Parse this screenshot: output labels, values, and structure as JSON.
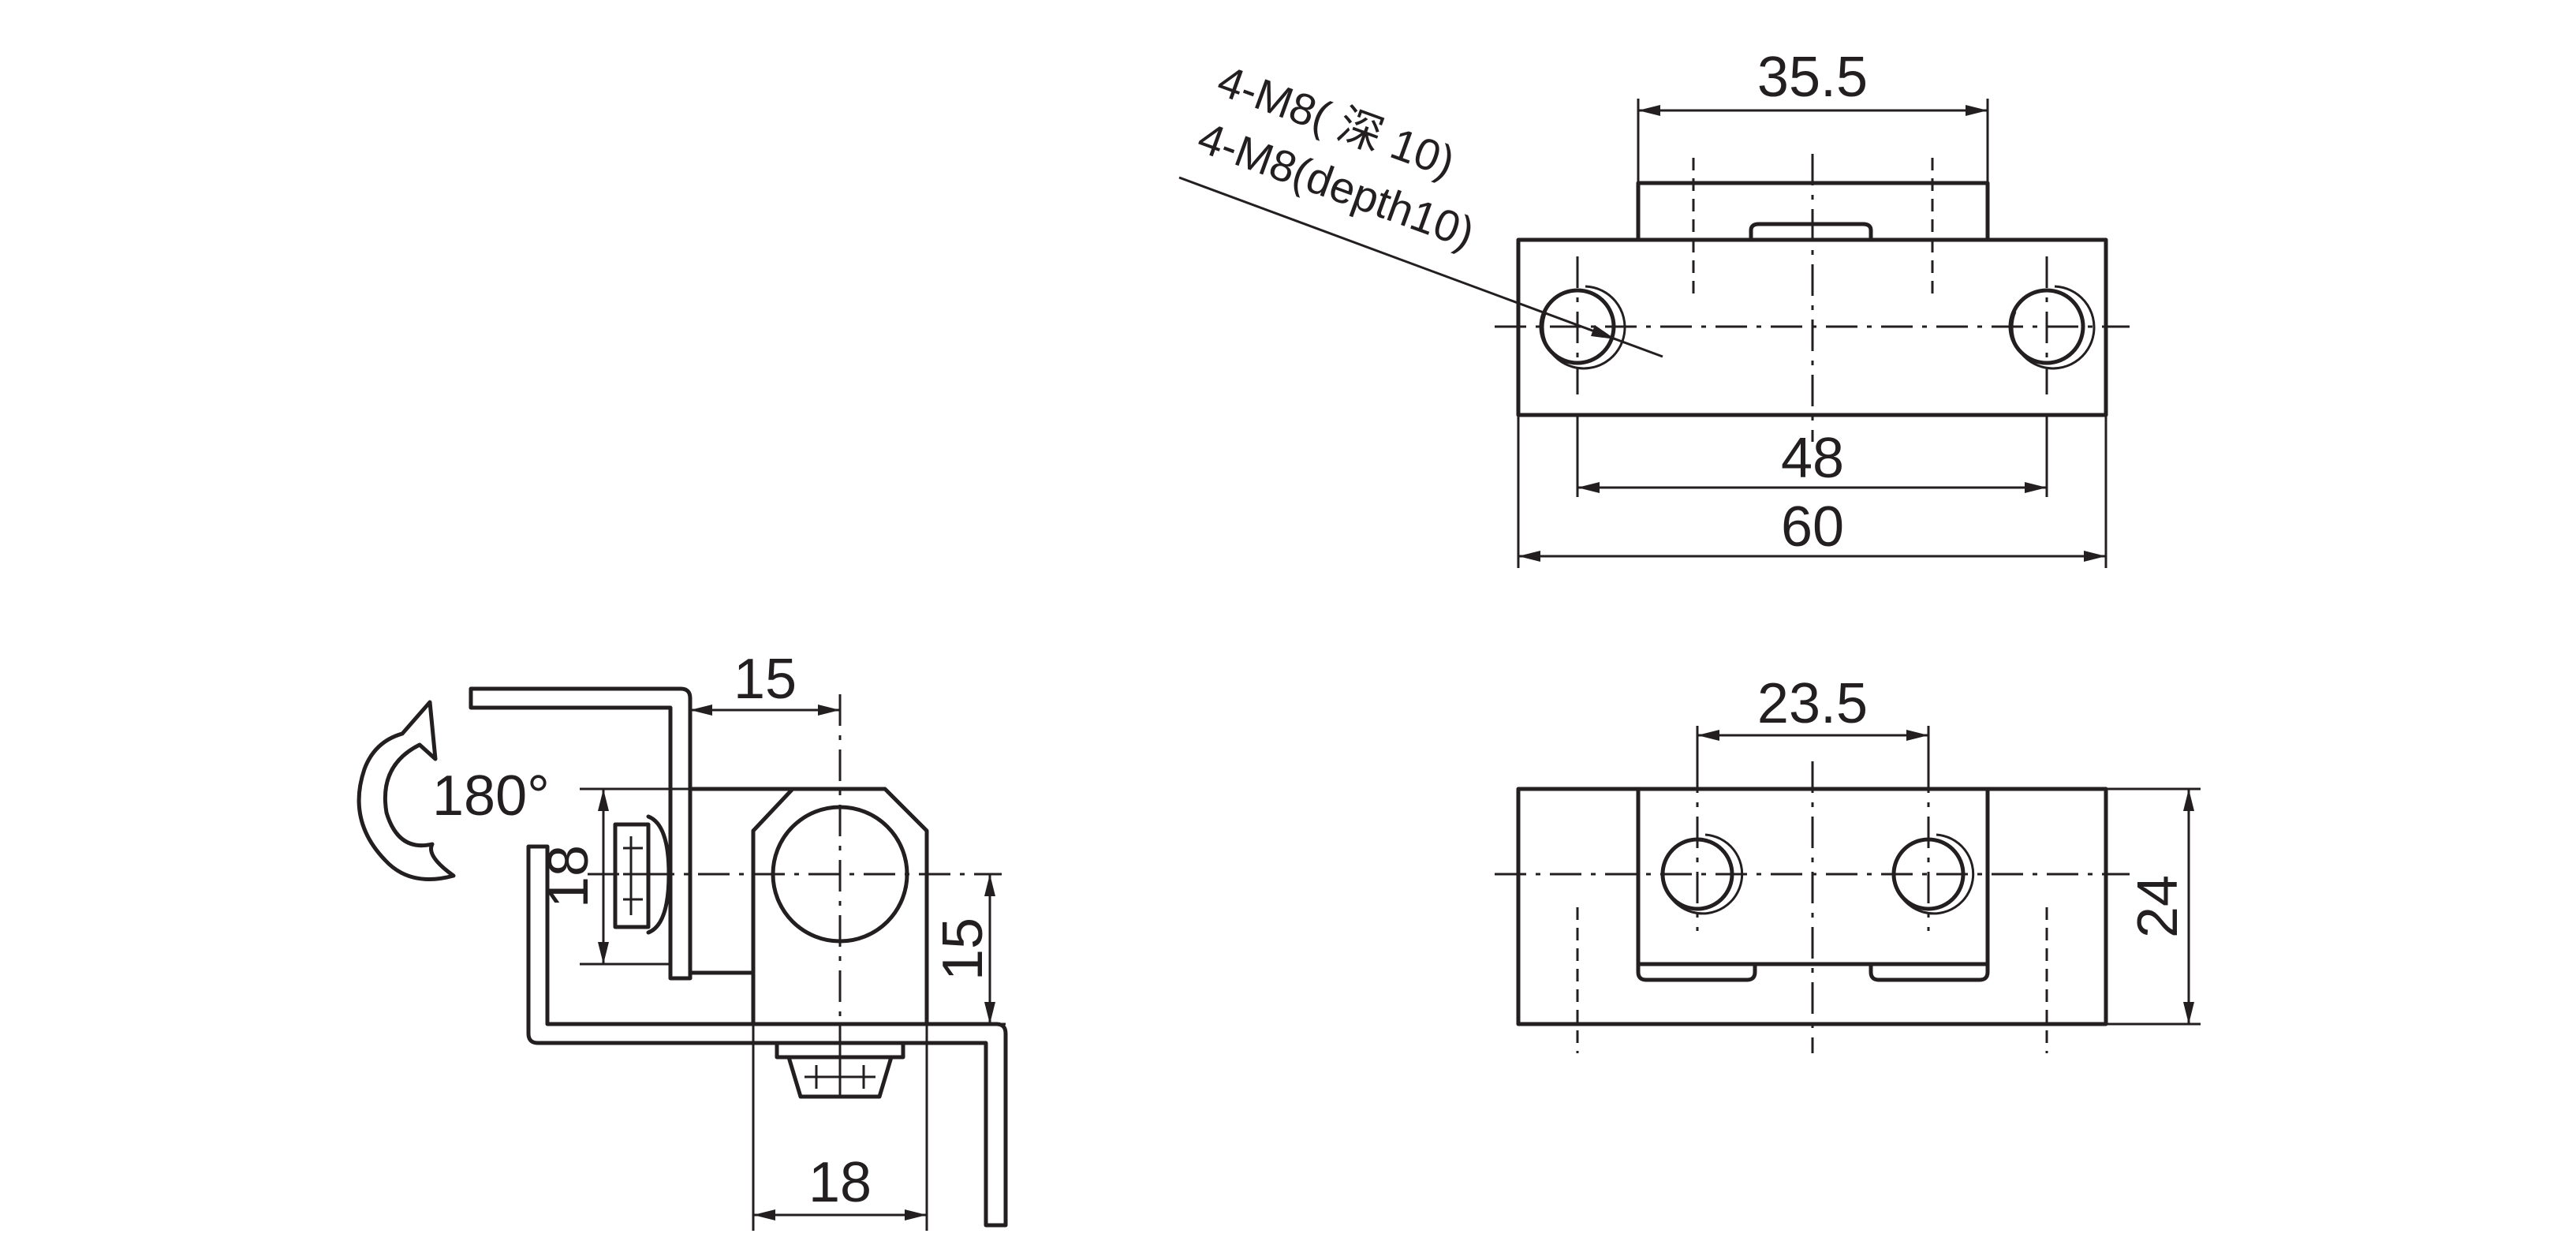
{
  "top_view": {
    "dim_top": "35.5",
    "dim_holes": "48",
    "dim_overall": "60",
    "thread_note_cn": "4-M8( 深 10)",
    "thread_note_en": "4-M8(depth10)"
  },
  "bottom_view": {
    "dim_holes": "23.5",
    "dim_height": "24"
  },
  "side_view": {
    "dim_offset": "15",
    "dim_left_height": "18",
    "dim_right_height": "15",
    "dim_bottom_width": "18",
    "rotation_label": "180°"
  }
}
